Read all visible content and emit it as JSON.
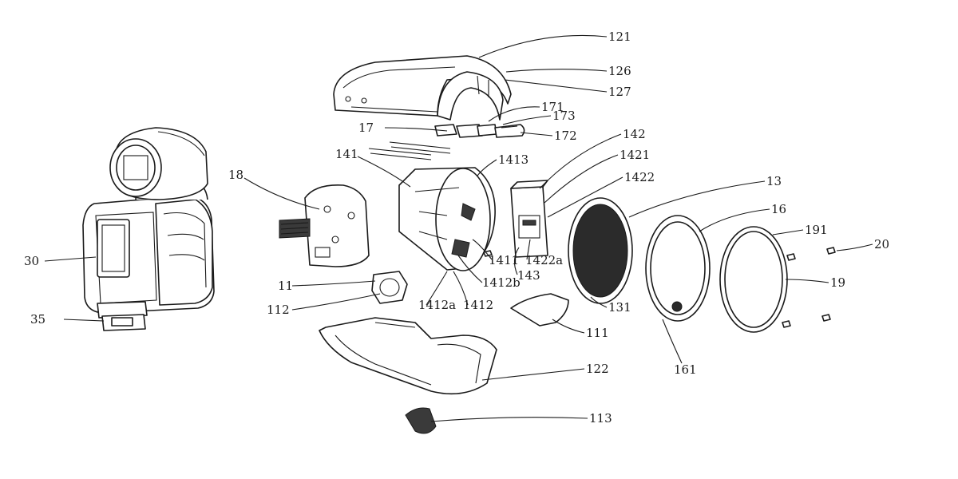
{
  "figure": {
    "type": "exploded-view patent drawing",
    "line_color": "#1a1a1a",
    "background": "#ffffff"
  },
  "callouts": [
    {
      "id": "121",
      "text": "121"
    },
    {
      "id": "126",
      "text": "126"
    },
    {
      "id": "127",
      "text": "127"
    },
    {
      "id": "171",
      "text": "171"
    },
    {
      "id": "173",
      "text": "173"
    },
    {
      "id": "17",
      "text": "17"
    },
    {
      "id": "172",
      "text": "172"
    },
    {
      "id": "142",
      "text": "142"
    },
    {
      "id": "1421",
      "text": "1421"
    },
    {
      "id": "141",
      "text": "141"
    },
    {
      "id": "1413",
      "text": "1413"
    },
    {
      "id": "1422",
      "text": "1422"
    },
    {
      "id": "18",
      "text": "18"
    },
    {
      "id": "13",
      "text": "13"
    },
    {
      "id": "16",
      "text": "16"
    },
    {
      "id": "191",
      "text": "191"
    },
    {
      "id": "20",
      "text": "20"
    },
    {
      "id": "30",
      "text": "30"
    },
    {
      "id": "1411",
      "text": "1411"
    },
    {
      "id": "1422a",
      "text": "1422a"
    },
    {
      "id": "143",
      "text": "143"
    },
    {
      "id": "19",
      "text": "19"
    },
    {
      "id": "1412b",
      "text": "1412b"
    },
    {
      "id": "11",
      "text": "11"
    },
    {
      "id": "1412a",
      "text": "1412a"
    },
    {
      "id": "1412",
      "text": "1412"
    },
    {
      "id": "112",
      "text": "112"
    },
    {
      "id": "131",
      "text": "131"
    },
    {
      "id": "35",
      "text": "35"
    },
    {
      "id": "111",
      "text": "111"
    },
    {
      "id": "161",
      "text": "161"
    },
    {
      "id": "122",
      "text": "122"
    },
    {
      "id": "113",
      "text": "113"
    }
  ]
}
